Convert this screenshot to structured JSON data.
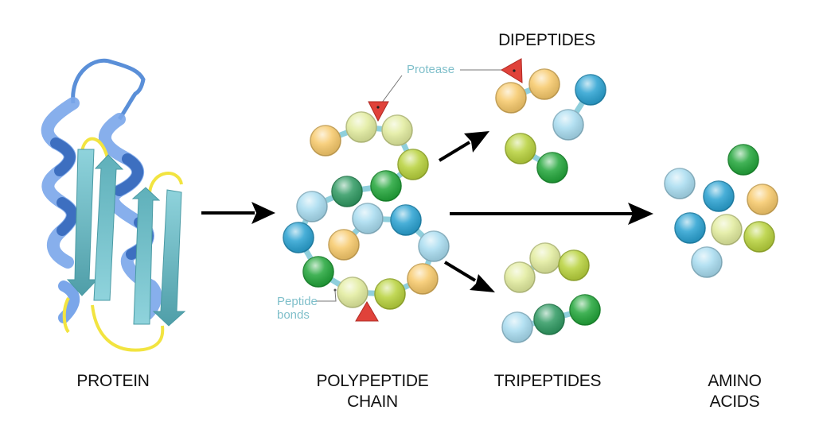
{
  "title": "Protein digestion by protease",
  "stages": {
    "protein": "PROTEIN",
    "polypeptide_line1": "POLYPEPTIDE",
    "polypeptide_line2": "CHAIN",
    "dipeptides": "DIPEPTIDES",
    "tripeptides": "TRIPEPTIDES",
    "amino_line1": "AMINO",
    "amino_line2": "ACIDS"
  },
  "annotations": {
    "protease": "Protease",
    "peptide_line1": "Peptide",
    "peptide_line2": "bonds"
  },
  "colors": {
    "orange": "#f7c96a",
    "pale": "#e2ec9e",
    "lime": "#b8d23c",
    "green": "#22a63a",
    "teal": "#2f9a62",
    "lightblue": "#a8dcf0",
    "blue": "#2aa2d2",
    "bond": "#8fcfdc",
    "protease": "#e0423a",
    "sheet": "#7cc6d0",
    "helix": "#5a8fd8",
    "loop": "#f2e440",
    "arrow": "#000000"
  },
  "polypeptide_sequence": [
    "orange",
    "pale",
    "pale",
    "lime",
    "green",
    "teal",
    "lightblue",
    "blue",
    "green",
    "pale",
    "lime",
    "orange",
    "lightblue",
    "blue",
    "lightblue",
    "orange"
  ],
  "dipeptides": [
    [
      "orange",
      "orange"
    ],
    [
      "lightblue",
      "blue"
    ],
    [
      "lime",
      "green"
    ]
  ],
  "tripeptides": [
    [
      "pale",
      "pale",
      "lime"
    ],
    [
      "lightblue",
      "teal",
      "green"
    ]
  ],
  "amino_acids": [
    "green",
    "lightblue",
    "blue",
    "orange",
    "blue",
    "pale",
    "lime",
    "lightblue"
  ]
}
